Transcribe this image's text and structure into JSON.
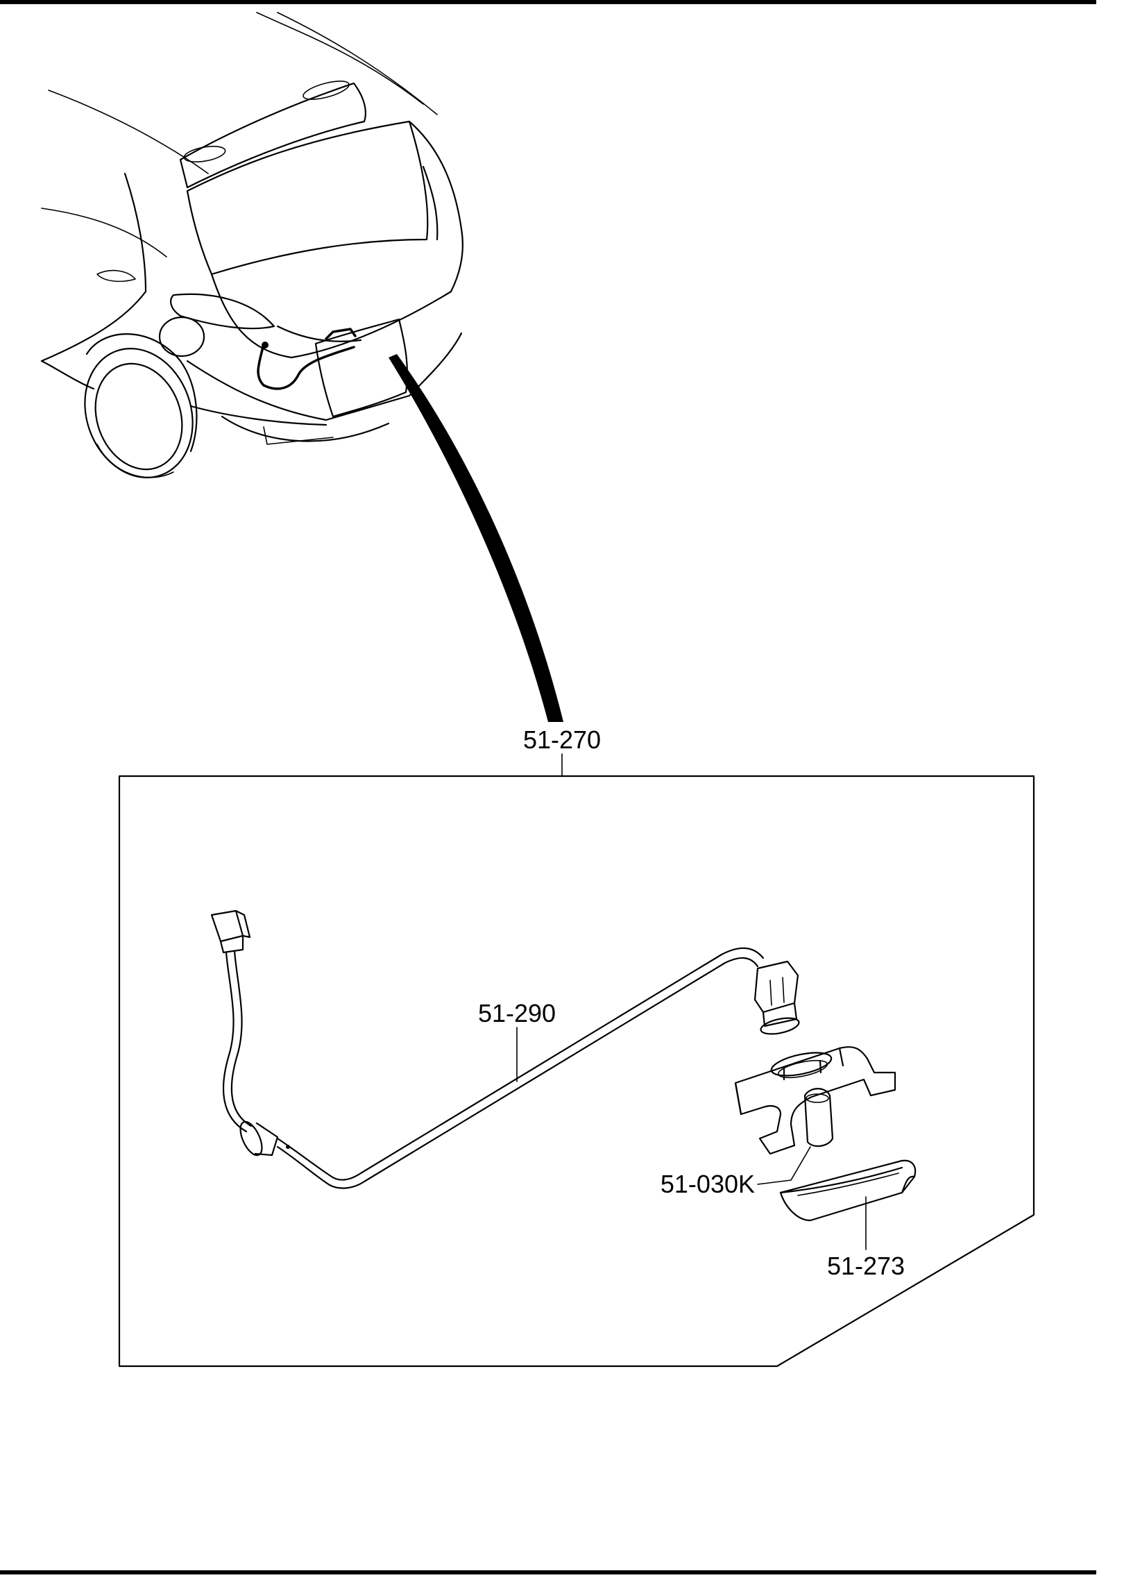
{
  "parts": {
    "assembly": "51-270",
    "harness": "51-290",
    "bulb": "51-030K",
    "lens": "51-273"
  }
}
